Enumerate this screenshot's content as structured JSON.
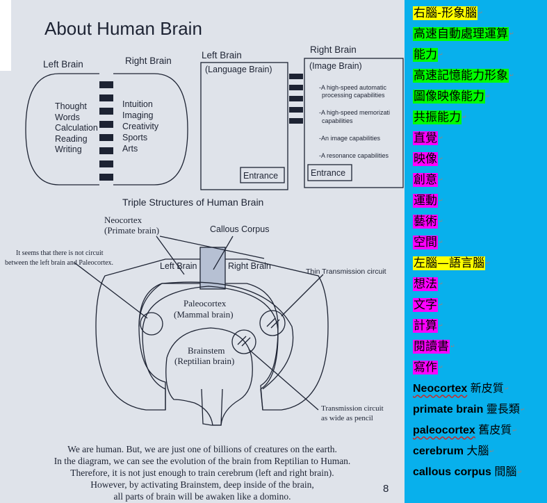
{
  "page": {
    "title": "About Human Brain",
    "page_number": "8"
  },
  "figure1": {
    "left_brain": "Left Brain",
    "right_brain": "Right Brain",
    "left_items": [
      "Thought",
      "Words",
      "Calculation",
      "Reading",
      "Writing"
    ],
    "right_items": [
      "Intuition",
      "Imaging",
      "Creativity",
      "Sports",
      "Arts"
    ]
  },
  "figure2": {
    "left_brain": "Left Brain",
    "left_sub": "(Language Brain)",
    "right_brain": "Right Brain",
    "right_sub": "(Image Brain)",
    "capabilities": [
      "-A high-speed automatic",
      "processing capabilities",
      "-A high-speed memorizati",
      "capabilities",
      "-An image capabilities",
      "-A resonance capabilities"
    ],
    "entrance_left": "Entrance",
    "entrance_right": "Entrance"
  },
  "figure3": {
    "title": "Triple Structures of Human Brain",
    "neocortex": "Neocortex",
    "primate": "(Primate brain)",
    "callous": "Callous Corpus",
    "no_circuit_1": "It seems that there is not circuit",
    "no_circuit_2": "between the left brain and Paleocortex.",
    "left_brain": "Left Brain",
    "right_brain": "Right Brain",
    "thin": "Thin Transmission circuit",
    "paleocortex": "Paleocortex",
    "mammal": "(Mammal brain)",
    "brainstem": "Brainstem",
    "reptilian": "(Reptilian brain)",
    "transmission_1": "Transmission circuit",
    "transmission_2": "as wide as pencil"
  },
  "paragraph": [
    "We are human. But, we are just one of billions of creatures on the earth.",
    "In the diagram, we can see the evolution of the brain from Reptilian to Human.",
    "Therefore, it is not just enough to train cerebrum (left and right brain).",
    "However, by activating Brainstem, deep inside of the brain,",
    "all parts of brain will be awaken like a domino."
  ],
  "sidebar": {
    "lines": [
      {
        "text": "右腦-形象腦",
        "highlight": "yellow"
      },
      {
        "text": "高速自動處理運算",
        "highlight": "green"
      },
      {
        "text": "能力",
        "highlight": "green"
      },
      {
        "text": "高速記憶能力形象",
        "highlight": "green"
      },
      {
        "text": "圖像映像能力",
        "highlight": "green"
      },
      {
        "text": "共振能力",
        "highlight": "green"
      },
      {
        "text": "直覺",
        "highlight": "magenta"
      },
      {
        "text": "映像",
        "highlight": "magenta"
      },
      {
        "text": "創意",
        "highlight": "magenta"
      },
      {
        "text": "運動",
        "highlight": "magenta"
      },
      {
        "text": "藝術",
        "highlight": "magenta"
      },
      {
        "text": "空間",
        "highlight": "magenta"
      },
      {
        "text": "左腦—語言腦",
        "highlight": "yellow"
      },
      {
        "text": "想法",
        "highlight": "magenta"
      },
      {
        "text": "文字",
        "highlight": "magenta"
      },
      {
        "text": "計算",
        "highlight": "magenta"
      },
      {
        "text": "閱讀書",
        "highlight": "magenta"
      },
      {
        "text": "寫作",
        "highlight": "magenta"
      }
    ],
    "glossary": [
      {
        "en": "Neocortex",
        "zh": "新皮質"
      },
      {
        "en": "primate brain",
        "zh": "靈長類"
      },
      {
        "en": "paleocortex",
        "zh": "舊皮質"
      },
      {
        "en": "cerebrum",
        "zh": "大腦"
      },
      {
        "en": "callous corpus",
        "zh": "間腦"
      }
    ],
    "colors": {
      "background": "#08b0ec",
      "yellow": "#ffff00",
      "green": "#00ff00",
      "magenta": "#ff00ff"
    }
  }
}
